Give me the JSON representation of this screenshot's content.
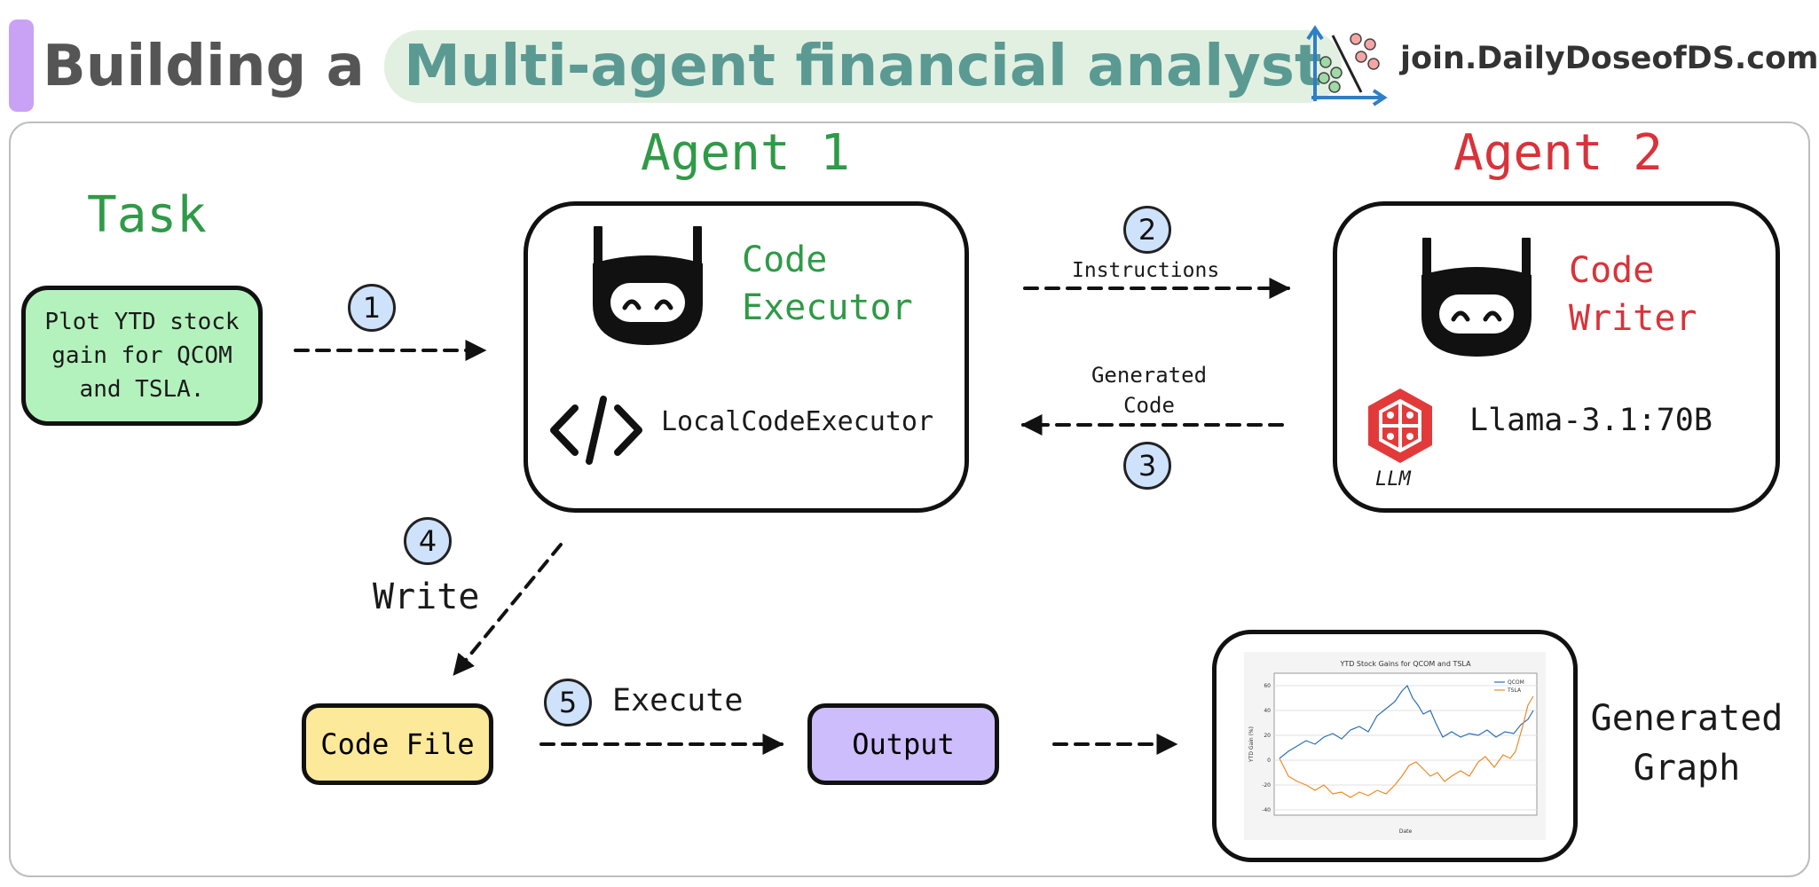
{
  "header": {
    "title_prefix": "Building a",
    "title_highlight": "Multi-agent financial analyst",
    "brand": "join.DailyDoseofDS.com"
  },
  "task": {
    "heading": "Task",
    "text": "Plot YTD stock gain for QCOM and TSLA."
  },
  "agent1": {
    "heading": "Agent 1",
    "role_line1": "Code",
    "role_line2": "Executor",
    "tool": "LocalCodeExecutor"
  },
  "agent2": {
    "heading": "Agent 2",
    "role_line1": "Code",
    "role_line2": "Writer",
    "model": "Llama-3.1:70B",
    "llm_caption": "LLM"
  },
  "steps": {
    "s1": "1",
    "s2": {
      "num": "2",
      "label": "Instructions"
    },
    "s3": {
      "num": "3",
      "label_line1": "Generated",
      "label_line2": "Code"
    },
    "s4": {
      "num": "4",
      "label": "Write"
    },
    "s5": {
      "num": "5",
      "label": "Execute"
    }
  },
  "code_file": "Code File",
  "output": "Output",
  "generated_graph": {
    "label_line1": "Generated",
    "label_line2": "Graph",
    "chart_title": "YTD Stock Gains for QCOM and TSLA",
    "legend": [
      "QCOM",
      "TSLA"
    ],
    "ylabel": "YTD Gain (%)",
    "xlabel": "Date",
    "y_ticks": [
      "60",
      "40",
      "20",
      "0",
      "-20",
      "-40"
    ]
  },
  "colors": {
    "task_fill": "#b3f2bc",
    "code_file_fill": "#fde99a",
    "output_fill": "#cdbdfd",
    "step_fill": "#cfe2fb",
    "agent1": "#2f9a47",
    "agent2": "#d8333a",
    "qcom_line": "#2b6eb8",
    "tsla_line": "#ef8a25"
  }
}
